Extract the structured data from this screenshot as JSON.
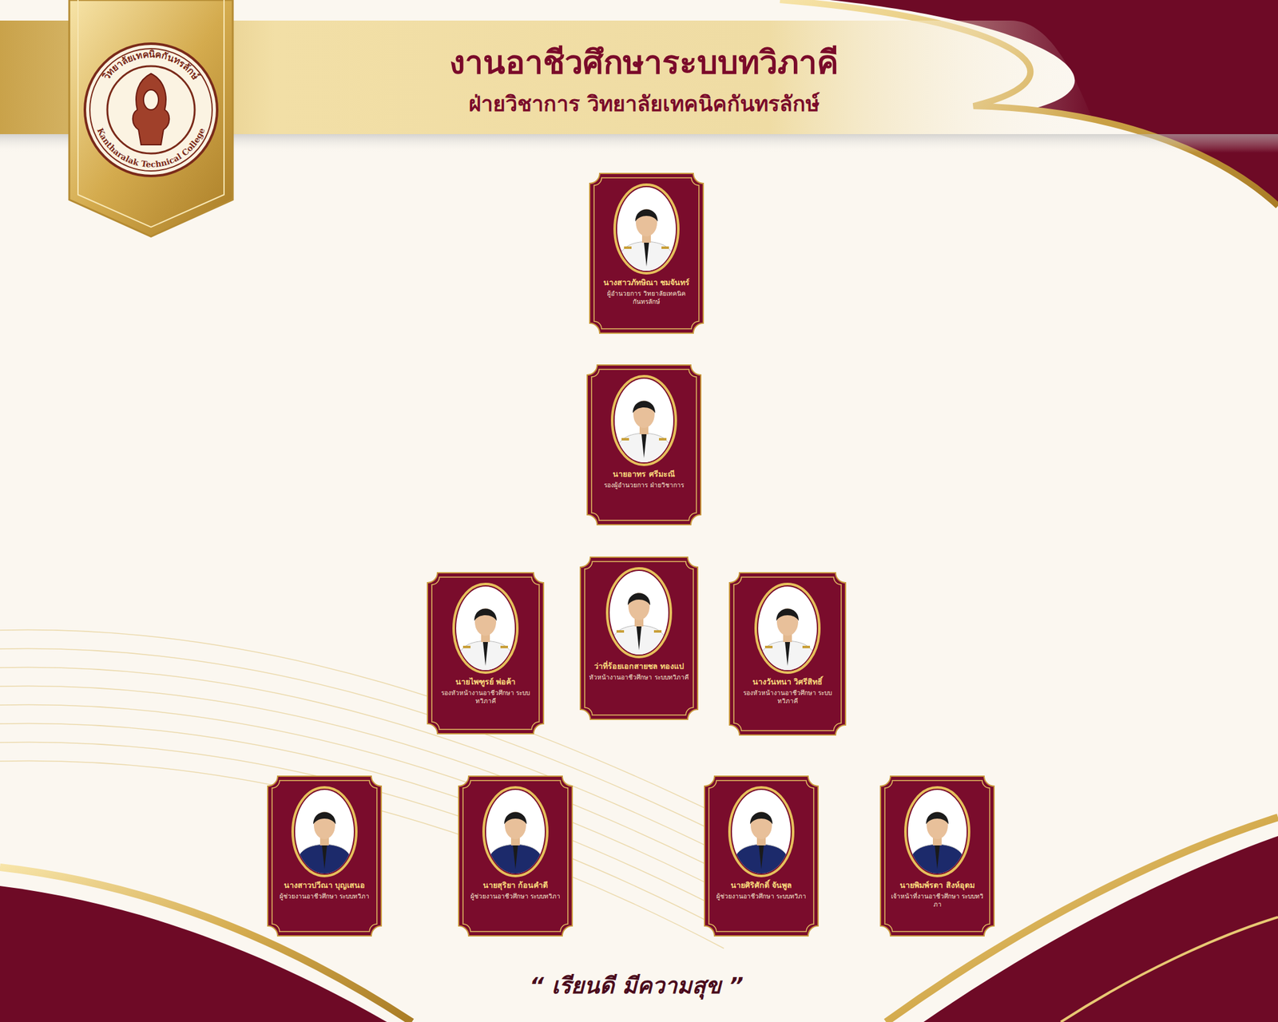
{
  "diagram": {
    "title": "งานอาชีวศึกษาระบบทวิภาคี",
    "caption": "“ เรียนดี มีความสุข ”",
    "nodes": [
      {
        "text": [
          "นางสาวภัทษิณา ชมจันทร์",
          "ผู้อำนวยการ วิทยาลัยเทคนิคกันทรลักษ์"
        ]
      },
      {
        "text": [
          "นายอาทร ศรีมะณี",
          "รองผู้อำนวยการ ฝ่ายวิชาการ"
        ]
      },
      {
        "text": [
          "นายไพฑูรย์ พ่อค้า",
          "รองหัวหน้างานอาชีวศึกษา ระบบทวิภาคี"
        ]
      },
      {
        "text": [
          "ว่าที่ร้อยเอกสายชล ทองแป",
          "หัวหน้างานอาชีวศึกษา ระบบทวิภาคี"
        ]
      },
      {
        "text": [
          "นางวันทนา วิศรีสิทธิ์",
          "รองหัวหน้างานอาชีวศึกษา ระบบทวิภาคี"
        ]
      },
      {
        "text": [
          "นางสาวปวีณา บุญเสนอ",
          "ผู้ช่วยงานอาชีวศึกษา ระบบทวิภา"
        ]
      },
      {
        "text": [
          "นายสุริยา ก้อนคำดี",
          "ผู้ช่วยงานอาชีวศึกษา ระบบทวิภา"
        ]
      },
      {
        "text": [
          "นายศิริศักดิ์ จันพูล",
          "ผู้ช่วยงานอาชีวศึกษา ระบบทวิภา"
        ]
      },
      {
        "text": [
          "นายพิมพ์รดา สิงห์อุดม",
          "เจ้าหน้าที่งานอาชีวศึกษา ระบบทวิภา"
        ]
      }
    ],
    "labels": [
      "ฝ่ายวิชาการ วิทยาลัยเทคนิคกันทรลักษ์",
      "วิทยาลัยเทคนิคกันทรลักษ์",
      "Kantharalak Technical College"
    ]
  }
}
